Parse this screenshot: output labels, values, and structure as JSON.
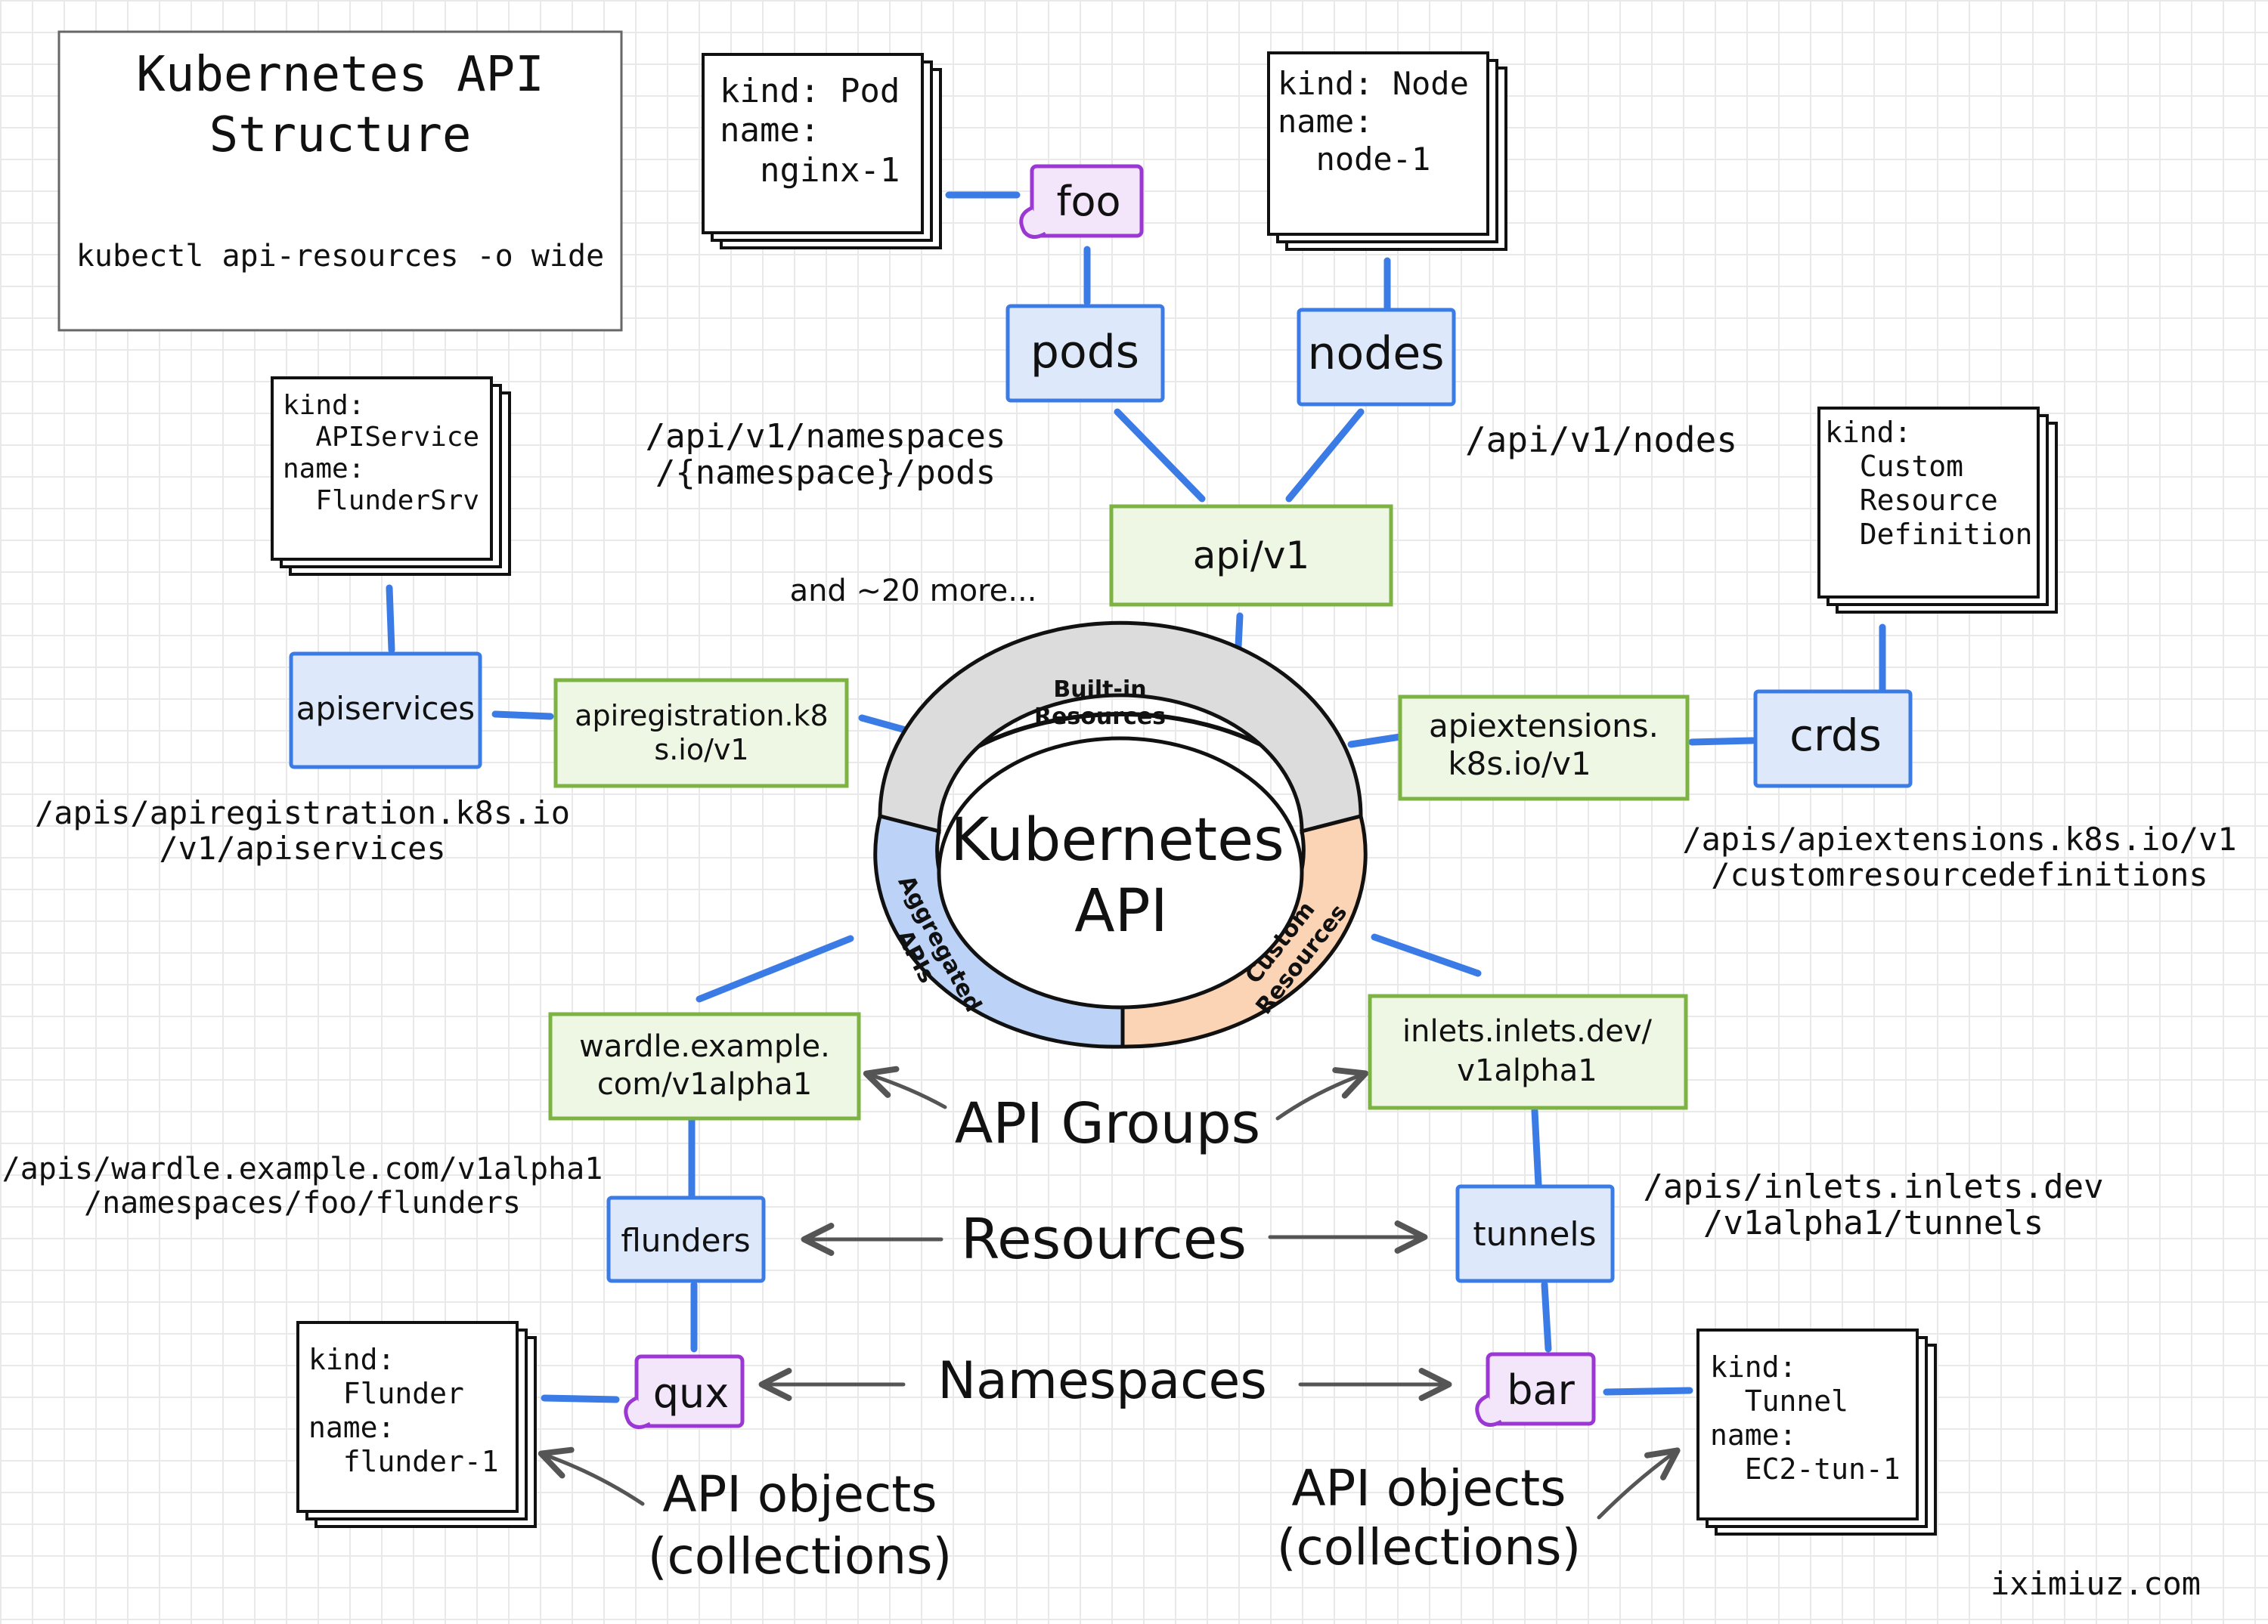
{
  "title_box": {
    "title_line1": "Kubernetes API",
    "title_line2": "Structure",
    "command": "kubectl api-resources -o wide"
  },
  "center": {
    "title_line1": "Kubernetes",
    "title_line2": "API",
    "segments": {
      "builtin_line1": "Built-in",
      "builtin_line2": "Resources",
      "aggregated_line1": "Aggregated",
      "aggregated_line2": "APIs",
      "custom_line1": "Custom",
      "custom_line2": "Resources"
    },
    "colors": {
      "builtin": "#dcdcdc",
      "aggregated": "#bcd3f7",
      "custom": "#fbd3b5"
    }
  },
  "objects": {
    "pod": {
      "line1": "kind: Pod",
      "line2": "name:",
      "line3": "  nginx-1"
    },
    "node": {
      "line1": "kind: Node",
      "line2": "name:",
      "line3": "  node-1"
    },
    "apiservice": {
      "line1": "kind:",
      "line2": "  APIService",
      "line3": "name:",
      "line4": "  FlunderSrv"
    },
    "crd": {
      "line1": "kind:",
      "line2": "  Custom",
      "line3": "  Resource",
      "line4": "  Definition"
    },
    "flunder": {
      "line1": "kind:",
      "line2": "  Flunder",
      "line3": "name:",
      "line4": "  flunder-1"
    },
    "tunnel": {
      "line1": "kind:",
      "line2": "  Tunnel",
      "line3": "name:",
      "line4": "  EC2-tun-1"
    }
  },
  "resources": {
    "pods": "pods",
    "nodes": "nodes",
    "apiservices": "apiservices",
    "crds": "crds",
    "flunders": "flunders",
    "tunnels": "tunnels"
  },
  "namespaces": {
    "foo": "foo",
    "qux": "qux",
    "bar": "bar"
  },
  "groups": {
    "core_v1": "api/v1",
    "apiregistration_line1": "apiregistration.k8",
    "apiregistration_line2": "s.io/v1",
    "apiextensions_line1": "apiextensions.",
    "apiextensions_line2": "k8s.io/v1",
    "wardle_line1": "wardle.example.",
    "wardle_line2": "com/v1alpha1",
    "inlets_line1": "inlets.inlets.dev/",
    "inlets_line2": "v1alpha1"
  },
  "paths": {
    "pods_line1": "/api/v1/namespaces",
    "pods_line2": "/{namespace}/pods",
    "nodes": "/api/v1/nodes",
    "apiservices_line1": "/apis/apiregistration.k8s.io",
    "apiservices_line2": "/v1/apiservices",
    "crds_line1": "/apis/apiextensions.k8s.io/v1",
    "crds_line2": "/customresourcedefinitions",
    "flunders_line1": "/apis/wardle.example.com/v1alpha1",
    "flunders_line2": "/namespaces/foo/flunders",
    "tunnels_line1": "/apis/inlets.inlets.dev",
    "tunnels_line2": "/v1alpha1/tunnels"
  },
  "notes": {
    "more": "and ~20 more...",
    "api_groups": "API Groups",
    "resources": "Resources",
    "namespaces": "Namespaces",
    "api_objects_line1": "API objects",
    "api_objects_line2": "(collections)",
    "credit": "iximiuz.com"
  }
}
